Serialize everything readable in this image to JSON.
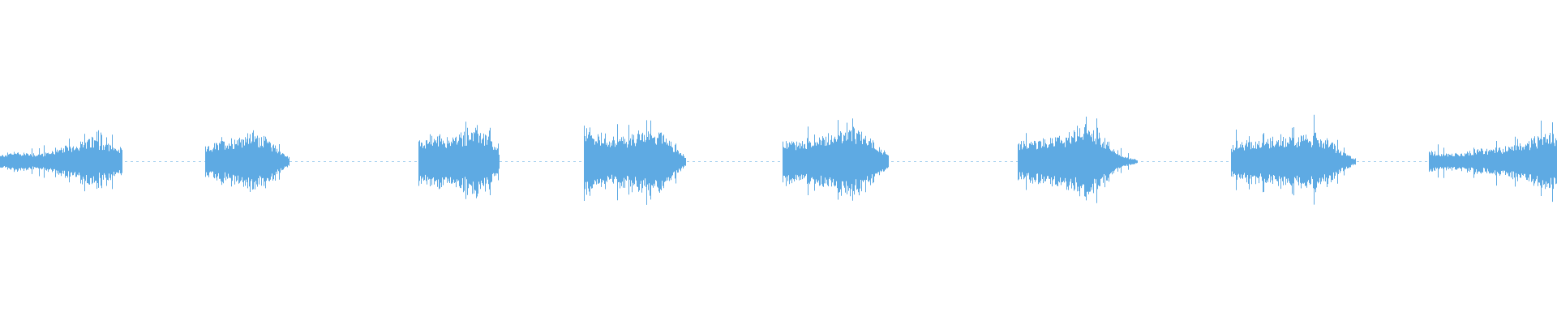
{
  "waveform": {
    "color": "#5eaae3",
    "background": "#ffffff",
    "amplitude_range": [
      -1,
      1
    ],
    "duration_fraction_range": [
      0,
      1
    ],
    "segments": [
      {
        "start": 0.0,
        "end": 0.078,
        "envelope": [
          0.15,
          0.25,
          0.22,
          0.2,
          0.28,
          0.38,
          0.5,
          0.55,
          0.45,
          0.3
        ]
      },
      {
        "start": 0.132,
        "end": 0.185,
        "envelope": [
          0.35,
          0.45,
          0.55,
          0.65,
          0.7,
          0.6,
          0.35,
          0.12
        ]
      },
      {
        "start": 0.269,
        "end": 0.32,
        "envelope": [
          0.55,
          0.6,
          0.62,
          0.58,
          0.65,
          0.75,
          0.8,
          0.6,
          0.25
        ]
      },
      {
        "start": 0.375,
        "end": 0.44,
        "envelope": [
          0.9,
          0.65,
          0.62,
          0.6,
          0.62,
          0.7,
          0.78,
          0.75,
          0.4,
          0.12
        ]
      },
      {
        "start": 0.503,
        "end": 0.57,
        "envelope": [
          0.55,
          0.5,
          0.52,
          0.6,
          0.68,
          0.75,
          0.78,
          0.7,
          0.45,
          0.15
        ]
      },
      {
        "start": 0.654,
        "end": 0.73,
        "envelope": [
          0.45,
          0.5,
          0.55,
          0.6,
          0.68,
          0.9,
          0.75,
          0.4,
          0.12,
          0.05
        ]
      },
      {
        "start": 0.791,
        "end": 0.87,
        "envelope": [
          0.45,
          0.5,
          0.55,
          0.58,
          0.6,
          0.62,
          0.68,
          0.55,
          0.25,
          0.08
        ]
      },
      {
        "start": 0.918,
        "end": 1.0,
        "envelope": [
          0.28,
          0.2,
          0.22,
          0.26,
          0.3,
          0.36,
          0.42,
          0.52,
          0.62,
          0.72
        ]
      }
    ]
  }
}
